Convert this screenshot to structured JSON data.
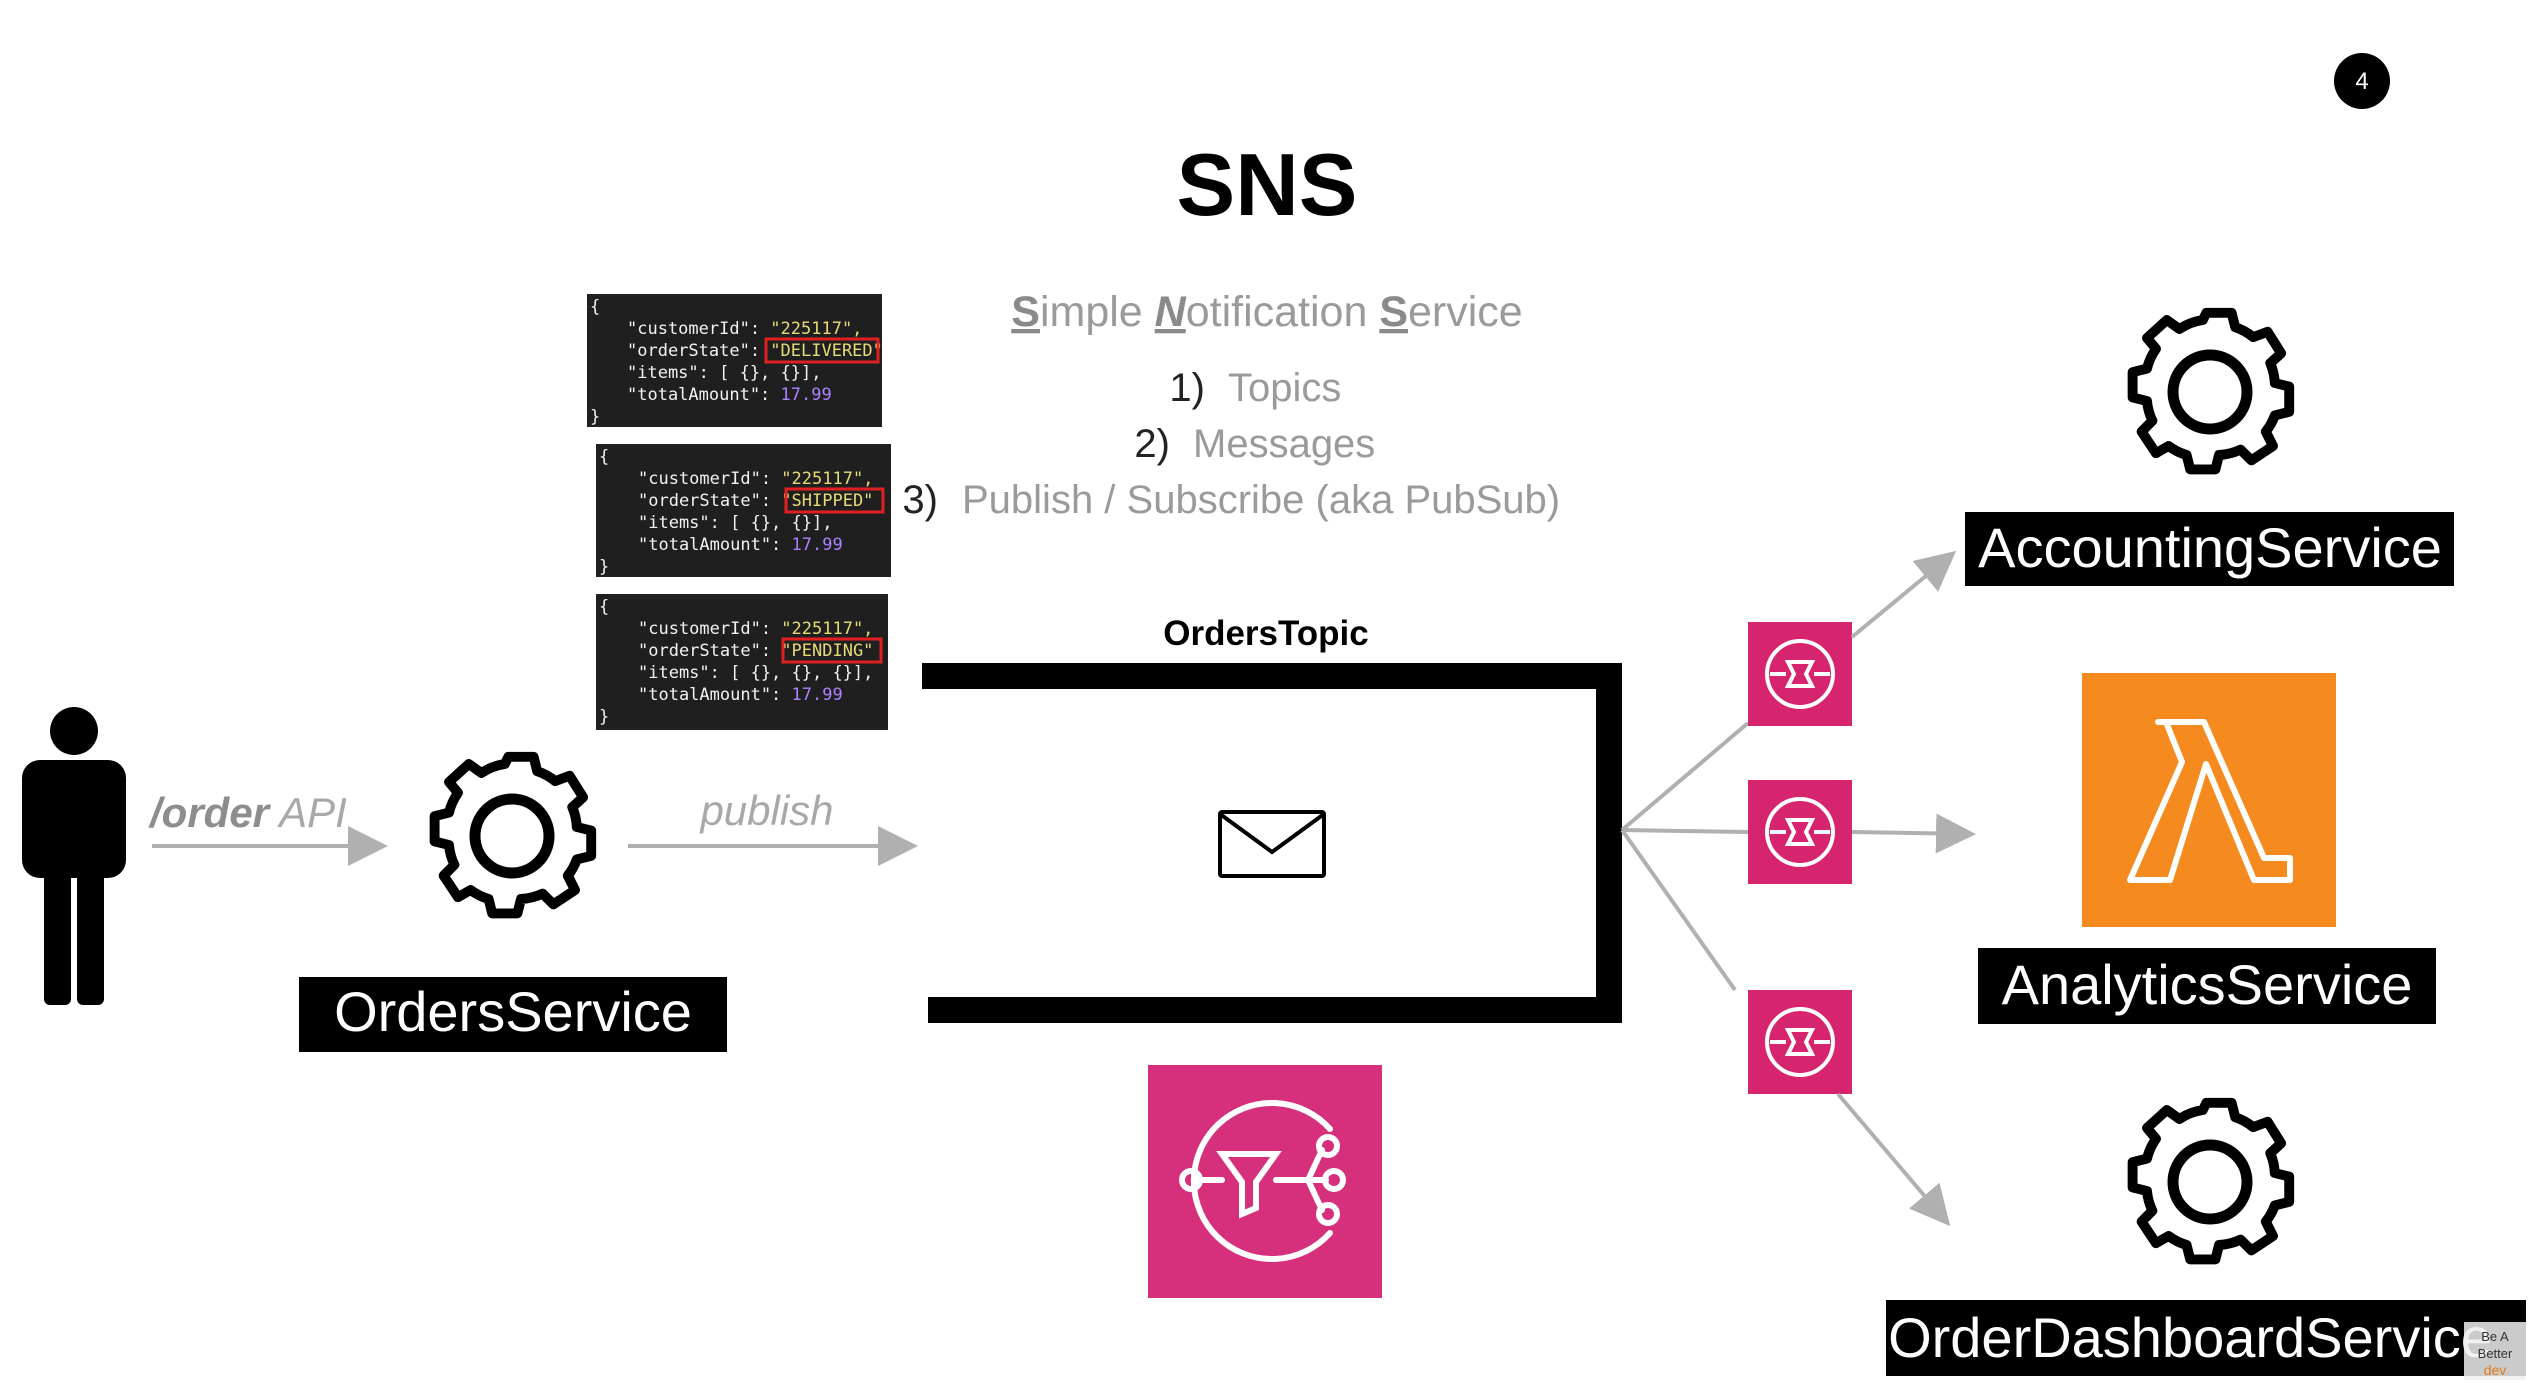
{
  "slide": {
    "number": "4",
    "title": "SNS",
    "subtitle": {
      "s_letter": "S",
      "imple": "imple ",
      "n_letter": "N",
      "otification": "otification ",
      "s2_letter": "S",
      "ervice": "ervice"
    },
    "points": [
      {
        "num": "1)",
        "text": "Topics"
      },
      {
        "num": "2)",
        "text": "Messages"
      },
      {
        "num": "3)",
        "text": "Publish / Subscribe (aka PubSub)"
      }
    ]
  },
  "flow": {
    "api_label_strong": "/order",
    "api_label_rest": " API",
    "publish_label": "publish",
    "topic_label": "OrdersTopic"
  },
  "services": {
    "orders": "OrdersService",
    "accounting": "AccountingService",
    "analytics": "AnalyticsService",
    "dashboard": "OrderDashboardService"
  },
  "messages": [
    {
      "line_open": "{",
      "k1": "\"customerId\": ",
      "v1": "\"225117\",",
      "k2": "\"orderState\": ",
      "v2": "\"DELIVERED\"",
      "k3": "\"items\": [ {}, {}],",
      "k4": "\"totalAmount\": ",
      "v4": "17.99",
      "line_close": "}"
    },
    {
      "line_open": "{",
      "k1": "\"customerId\": ",
      "v1": "\"225117\",",
      "k2": "\"orderState\": ",
      "v2": "\"SHIPPED\"",
      "k3": "\"items\": [ {}, {}],",
      "k4": "\"totalAmount\": ",
      "v4": "17.99",
      "line_close": "}"
    },
    {
      "line_open": "{",
      "k1": "\"customerId\": ",
      "v1": "\"225117\",",
      "k2": "\"orderState\": ",
      "v2": "\"PENDING\"",
      "k3": "\"items\": [ {}, {}, {}],",
      "k4": "\"totalAmount\": ",
      "v4": "17.99",
      "line_close": "}"
    }
  ],
  "watermark": {
    "line1": "Be A",
    "line2": "Better",
    "line3": "dev"
  },
  "colors": {
    "sqs_pink": "#d6246e",
    "sns_pink": "#d62f7c",
    "lambda_orange": "#f58a1f",
    "arrow_gray": "#b0b0b0",
    "text_gray": "#9a9a9a",
    "json_bg": "#1f1f1f",
    "json_key": "#f2f2f2",
    "json_string": "#e6db74",
    "json_number": "#ae81ff",
    "highlight_red": "#e02020"
  }
}
